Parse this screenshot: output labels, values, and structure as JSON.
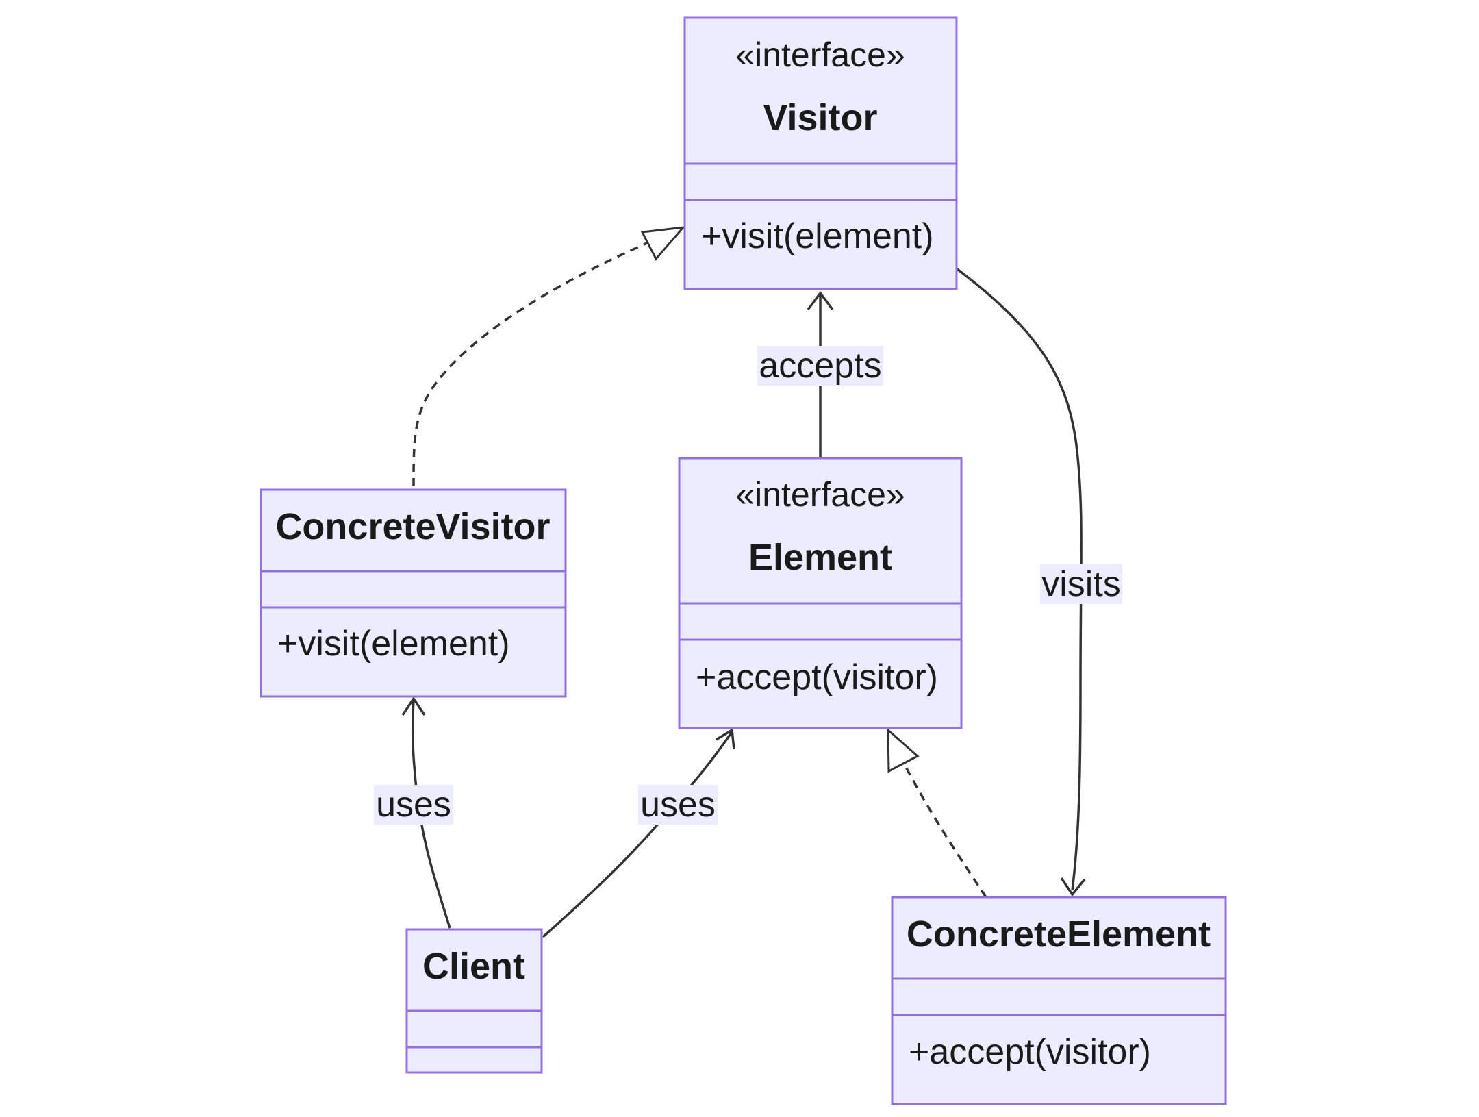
{
  "classes": {
    "visitor": {
      "stereotype": "«interface»",
      "name": "Visitor",
      "method": "+visit(element)"
    },
    "element": {
      "stereotype": "«interface»",
      "name": "Element",
      "method": "+accept(visitor)"
    },
    "concrete_visitor": {
      "name": "ConcreteVisitor",
      "method": "+visit(element)"
    },
    "concrete_element": {
      "name": "ConcreteElement",
      "method": "+accept(visitor)"
    },
    "client": {
      "name": "Client"
    }
  },
  "relations": {
    "accepts": "accepts",
    "visits": "visits",
    "client_uses_concrete_visitor": "uses",
    "client_uses_element": "uses"
  },
  "colors": {
    "node_fill": "#ececff",
    "node_border": "#9370db",
    "edge": "#333333",
    "text": "#1a1a1a"
  }
}
